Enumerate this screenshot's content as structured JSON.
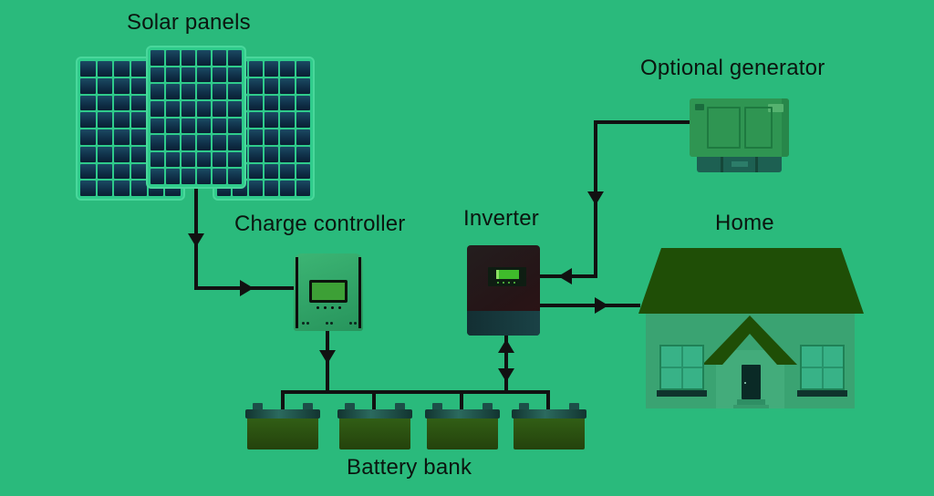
{
  "diagram": {
    "background_color": "#2aba7c",
    "wire_color": "#111111",
    "labels": {
      "solar_panels": "Solar panels",
      "charge_controller": "Charge controller",
      "inverter": "Inverter",
      "optional_generator": "Optional generator",
      "home": "Home",
      "battery_bank": "Battery bank"
    },
    "components": {
      "solar_panel_count": 3,
      "battery_count": 4
    },
    "connections": [
      {
        "from": "Solar panels",
        "to": "Charge controller",
        "arrow": "one-way"
      },
      {
        "from": "Charge controller",
        "to": "Battery bank",
        "arrow": "one-way"
      },
      {
        "from": "Battery bank",
        "to": "Inverter",
        "arrow": "two-way"
      },
      {
        "from": "Optional generator",
        "to": "Inverter",
        "arrow": "one-way"
      },
      {
        "from": "Inverter",
        "to": "Home",
        "arrow": "one-way"
      }
    ],
    "colors": {
      "solar_cell": "#0e2c44",
      "panel_frame": "#49d79b",
      "controller_body": "#2fa566",
      "controller_screen": "#3da036",
      "inverter_body": "#251517",
      "inverter_screen": "#3fbb2b",
      "generator_body": "#2f9552",
      "house_roof": "#1f4e06",
      "house_body": "#3aa372",
      "battery_body": "#2b5211",
      "battery_lid": "#1d4a44",
      "text": "#0b150f"
    }
  }
}
